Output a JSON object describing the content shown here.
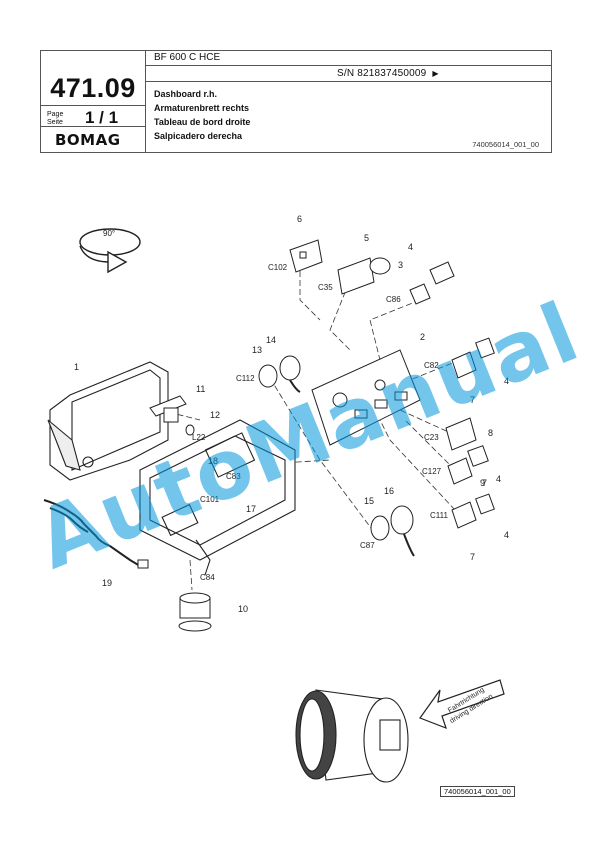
{
  "header": {
    "model": "BF 600 C HCE",
    "serial": "S/N 821837450009",
    "serial_arrow": "▶",
    "page_number": "471.09",
    "page_label_1": "Page",
    "page_label_2": "Seite",
    "page_fraction": "1 / 1",
    "logo": "BOMAG",
    "titles": [
      "Dashboard r.h.",
      "Armaturenbrett rechts",
      "Tableau de bord droite",
      "Salpicadero derecha"
    ],
    "doc_number": "740056014_001_00"
  },
  "drawing": {
    "rotation_label": "90°",
    "part_numbers": [
      "1",
      "2",
      "3",
      "4",
      "4",
      "4",
      "4",
      "5",
      "6",
      "7",
      "7",
      "7",
      "8",
      "9",
      "10",
      "11",
      "12",
      "13",
      "14",
      "15",
      "16",
      "17",
      "18",
      "19"
    ],
    "connector_labels": [
      "C102",
      "C35",
      "C86",
      "C82",
      "C112",
      "L22",
      "C83",
      "C101",
      "C23",
      "C127",
      "C111",
      "C87",
      "C84"
    ],
    "direction_text_1": "Fahrtrichtung",
    "direction_text_2": "driving direction",
    "footer_doc_number": "740056014_001_00"
  },
  "watermark": "AutoManual"
}
